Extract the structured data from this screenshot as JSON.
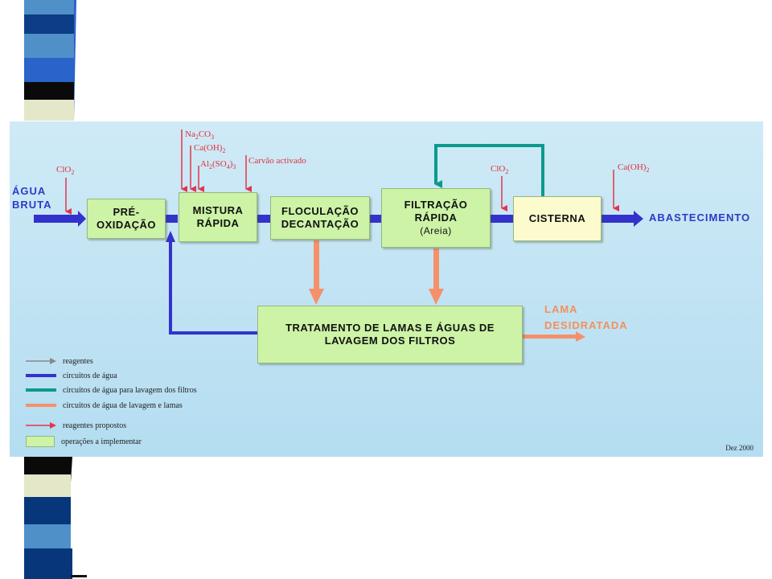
{
  "stripe_colors": [
    "#0a0a0a",
    "#2a63c9",
    "#4f90c9",
    "#07377a",
    "#07377a",
    "#e4e7c8",
    "#0a0a0a"
  ],
  "labels": {
    "agua": "ÁGUA",
    "bruta": "BRUTA",
    "abastecimento": "ABASTECIMENTO",
    "lama_1": "LAMA",
    "lama_2": "DESIDRATADA",
    "date": "Dez 2000"
  },
  "boxes": {
    "pre_oxidacao": [
      "PRÉ-",
      "OXIDAÇÃO"
    ],
    "mistura_rapida": [
      "MISTURA",
      "RÁPIDA"
    ],
    "floculacao": [
      "FLOCULAÇÃO",
      "DECANTAÇÃO"
    ],
    "filtracao": [
      "FILTRAÇÃO",
      "RÁPIDA",
      "(Areia)"
    ],
    "cisterna": [
      "CISTERNA"
    ],
    "tratamento": [
      "TRATAMENTO DE LAMAS E ÁGUAS DE",
      "LAVAGEM DOS FILTROS"
    ]
  },
  "reagents": {
    "clo2_1": {
      "main": "ClO",
      "sub": "2"
    },
    "na2co3": {
      "a": "Na",
      "sub1": "2",
      "b": "CO",
      "sub2": "3"
    },
    "caoh2_1": {
      "main": "Ca(OH)",
      "sub": "2"
    },
    "al2so43": {
      "a": "Al",
      "sub1": "2",
      "b": "(SO",
      "sub2": "4",
      "c": ")",
      "sub3": "3"
    },
    "carvao": "Carvão activado",
    "clo2_2": {
      "main": "ClO",
      "sub": "2"
    },
    "caoh2_2": {
      "main": "Ca(OH)",
      "sub": "2"
    }
  },
  "colors": {
    "water": "#3333cc",
    "wash": "#0b9a8c",
    "sludge": "#f4916a",
    "reagent": "#e2364a",
    "reagent_existing": "#888888"
  },
  "legend": [
    {
      "kind": "arrow-gray",
      "text": "reagentes"
    },
    {
      "kind": "line-blue",
      "text": "circuitos de água"
    },
    {
      "kind": "line-teal",
      "text": "circuitos de água para lavagem dos filtros"
    },
    {
      "kind": "line-orange",
      "text": "circuitos de água de lavagem e lamas"
    },
    {
      "kind": "arrow-red",
      "text": "reagentes propostos"
    },
    {
      "kind": "square-green",
      "text": "operações a implementar"
    }
  ]
}
